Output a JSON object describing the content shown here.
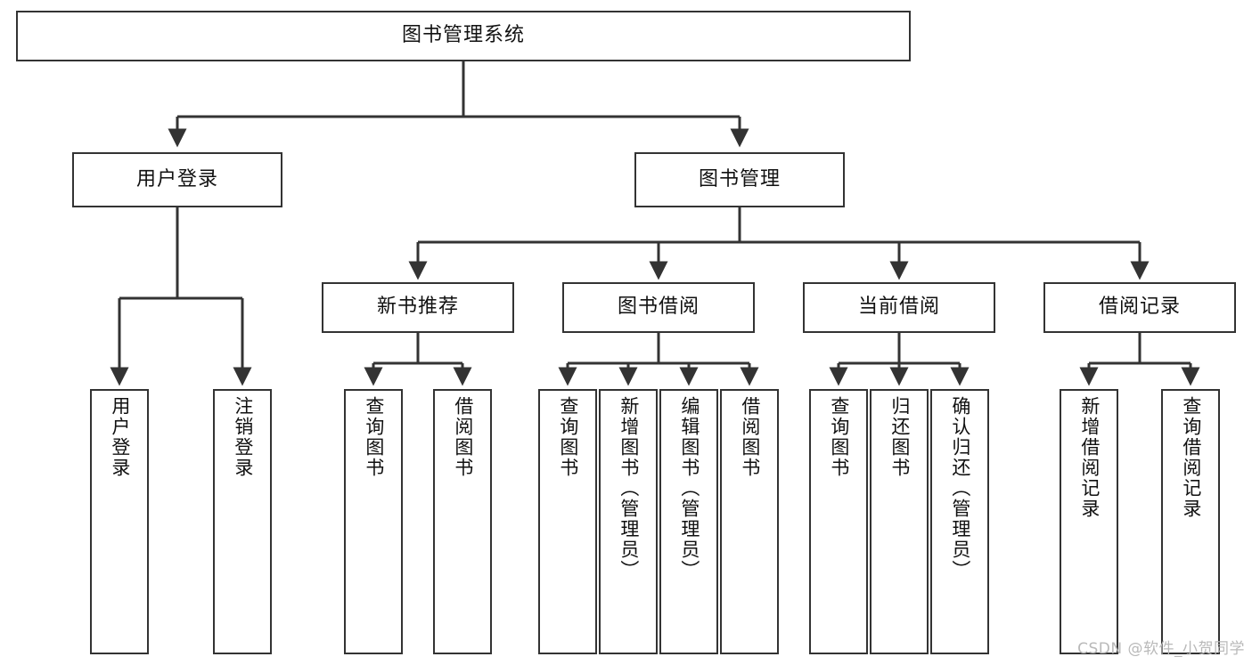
{
  "diagram": {
    "type": "hierarchy-tree",
    "root": {
      "id": "root",
      "label": "图书管理系统"
    },
    "level2": [
      {
        "id": "user-login",
        "label": "用户登录"
      },
      {
        "id": "book-manage",
        "label": "图书管理"
      }
    ],
    "level3": [
      {
        "id": "new-book-rec",
        "label": "新书推荐",
        "parent": "book-manage"
      },
      {
        "id": "book-borrow",
        "label": "图书借阅",
        "parent": "book-manage"
      },
      {
        "id": "current-borrow",
        "label": "当前借阅",
        "parent": "book-manage"
      },
      {
        "id": "borrow-record",
        "label": "借阅记录",
        "parent": "book-manage"
      }
    ],
    "leaves": {
      "user-login": [
        {
          "id": "leaf-user-login",
          "label": "用户登录"
        },
        {
          "id": "leaf-logout",
          "label": "注销登录"
        }
      ],
      "new-book-rec": [
        {
          "id": "leaf-query-book-1",
          "label": "查询图书"
        },
        {
          "id": "leaf-borrow-book-1",
          "label": "借阅图书"
        }
      ],
      "book-borrow": [
        {
          "id": "leaf-query-book-2",
          "label": "查询图书"
        },
        {
          "id": "leaf-add-book",
          "label": "新增图书（管理员）"
        },
        {
          "id": "leaf-edit-book",
          "label": "编辑图书（管理员）"
        },
        {
          "id": "leaf-borrow-book-2",
          "label": "借阅图书"
        }
      ],
      "current-borrow": [
        {
          "id": "leaf-query-book-3",
          "label": "查询图书"
        },
        {
          "id": "leaf-return-book",
          "label": "归还图书"
        },
        {
          "id": "leaf-confirm-return",
          "label": "确认归还（管理员）"
        }
      ],
      "borrow-record": [
        {
          "id": "leaf-add-record",
          "label": "新增借阅记录"
        },
        {
          "id": "leaf-query-record",
          "label": "查询借阅记录"
        }
      ]
    }
  },
  "watermark": {
    "text": "CSDN @软件_小贺同学"
  },
  "colors": {
    "stroke": "#333333",
    "fill": "#ffffff",
    "text": "#111111",
    "watermark": "#b9b9b9"
  }
}
